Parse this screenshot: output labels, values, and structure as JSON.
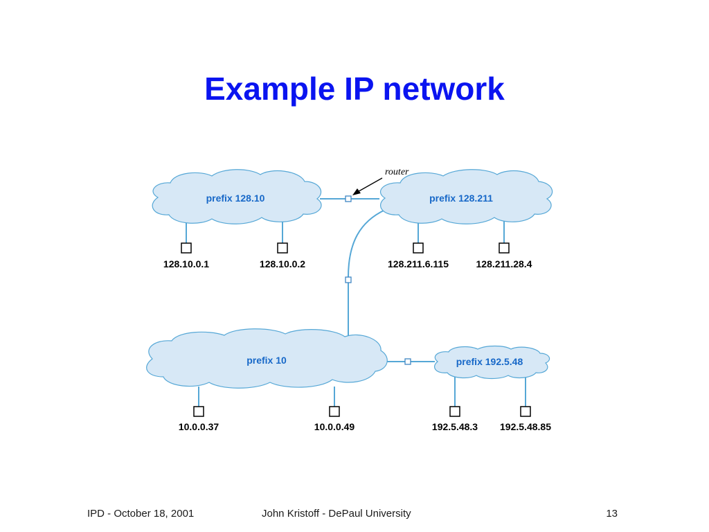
{
  "slide": {
    "title": "Example IP network",
    "footer_left": "IPD - October 18, 2001",
    "footer_center": "John Kristoff - DePaul University",
    "page_number": "13"
  },
  "diagram": {
    "router_label": "router",
    "networks": [
      {
        "label": "prefix 128.10",
        "hosts": [
          "128.10.0.1",
          "128.10.0.2"
        ]
      },
      {
        "label": "prefix 128.211",
        "hosts": [
          "128.211.6.115",
          "128.211.28.4"
        ]
      },
      {
        "label": "prefix 10",
        "hosts": [
          "10.0.0.37",
          "10.0.0.49"
        ]
      },
      {
        "label": "prefix 192.5.48",
        "hosts": [
          "192.5.48.3",
          "192.5.48.85"
        ]
      }
    ]
  },
  "colors": {
    "title": "#0a14f0",
    "cloud_fill": "#d7e8f6",
    "cloud_stroke": "#55a7d6",
    "link": "#55a7d6",
    "network_label": "#1768c8"
  }
}
